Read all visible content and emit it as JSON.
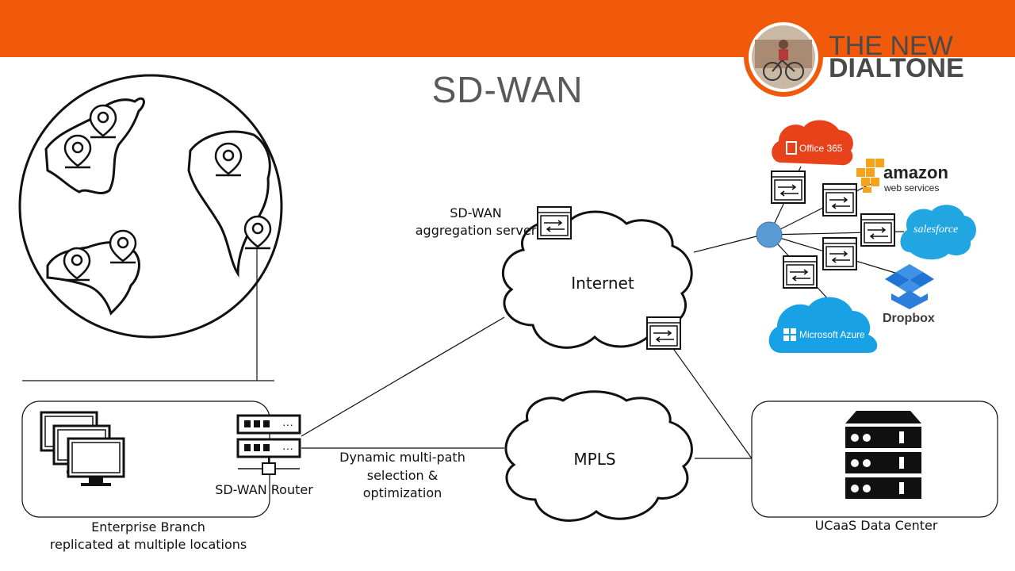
{
  "header": {
    "brand_line1": "THE NEW",
    "brand_line2": "DIALTONE",
    "accent_color": "#f15a0b"
  },
  "title": "SD-WAN",
  "nodes": {
    "aggregation_label_1": "SD-WAN",
    "aggregation_label_2": "aggregation server",
    "internet": "Internet",
    "mpls": "MPLS",
    "router": "SD-WAN Router",
    "dynamic_1": "Dynamic multi-path",
    "dynamic_2": "selection &",
    "dynamic_3": "optimization",
    "branch_1": "Enterprise Branch",
    "branch_2": "replicated at multiple locations",
    "datacenter": "UCaaS Data Center"
  },
  "services": {
    "office365": "Office 365",
    "amazon_1": "amazon",
    "amazon_2": "web services",
    "salesforce": "salesforce",
    "dropbox": "Dropbox",
    "azure": "Microsoft Azure"
  },
  "icons": [
    "location-pin-icon",
    "server-rack-icon",
    "router-icon",
    "desktop-monitor-icon",
    "firewall-icon",
    "cloud-icon"
  ]
}
